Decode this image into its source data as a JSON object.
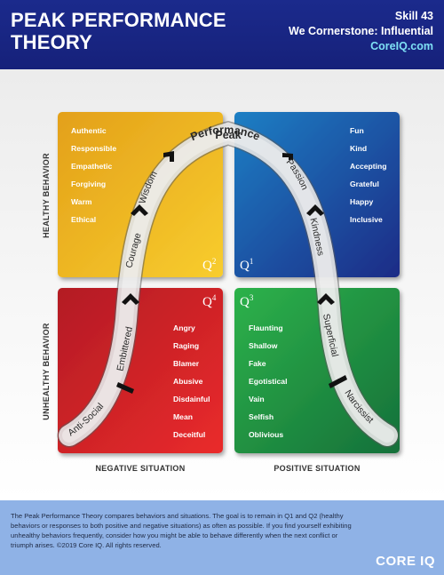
{
  "header": {
    "title_line1": "PEAK PERFORMANCE",
    "title_line2": "THEORY",
    "skill": "Skill 43",
    "cornerstone": "We Cornerstone: Influential",
    "site": "CoreIQ.com"
  },
  "axes": {
    "y_top": "HEALTHY BEHAVIOR",
    "y_bottom": "UNHEALTHY BEHAVIOR",
    "x_left": "NEGATIVE SITUATION",
    "x_right": "POSITIVE SITUATION"
  },
  "quadrants": {
    "q2": {
      "label": "Q",
      "sup": "2",
      "color": "#f3b51c",
      "items": [
        "Authentic",
        "Responsible",
        "Empathetic",
        "Forgiving",
        "Warm",
        "Ethical"
      ]
    },
    "q1": {
      "label": "Q",
      "sup": "1",
      "color": "#1d6fb8",
      "items": [
        "Fun",
        "Kind",
        "Accepting",
        "Grateful",
        "Happy",
        "Inclusive"
      ]
    },
    "q4": {
      "label": "Q",
      "sup": "4",
      "color": "#d3222a",
      "items": [
        "Angry",
        "Raging",
        "Blamer",
        "Abusive",
        "Disdainful",
        "Mean",
        "Deceitful"
      ]
    },
    "q3": {
      "label": "Q",
      "sup": "3",
      "color": "#23953f",
      "items": [
        "Flaunting",
        "Shallow",
        "Fake",
        "Egotistical",
        "Vain",
        "Selfish",
        "Oblivious"
      ]
    }
  },
  "arch": {
    "peak_line1": "Peak",
    "peak_line2": "Performance",
    "left": [
      "Anti-Social",
      "Embittered",
      "Courage",
      "Wisdom"
    ],
    "right": [
      "Passion",
      "Kindness",
      "Superficial",
      "Narcissist"
    ]
  },
  "footer": {
    "text": "The Peak Performance Theory compares behaviors and situations. The goal is to remain in Q1 and Q2 (healthy behaviors or responses to both positive and negative situations) as often as possible. If you find yourself exhibiting unhealthy behaviors frequently, consider how you might be able to behave differently when the next conflict or triumph arises. ©2019 Core IQ. All rights reserved.",
    "logo": "CORE IQ"
  }
}
